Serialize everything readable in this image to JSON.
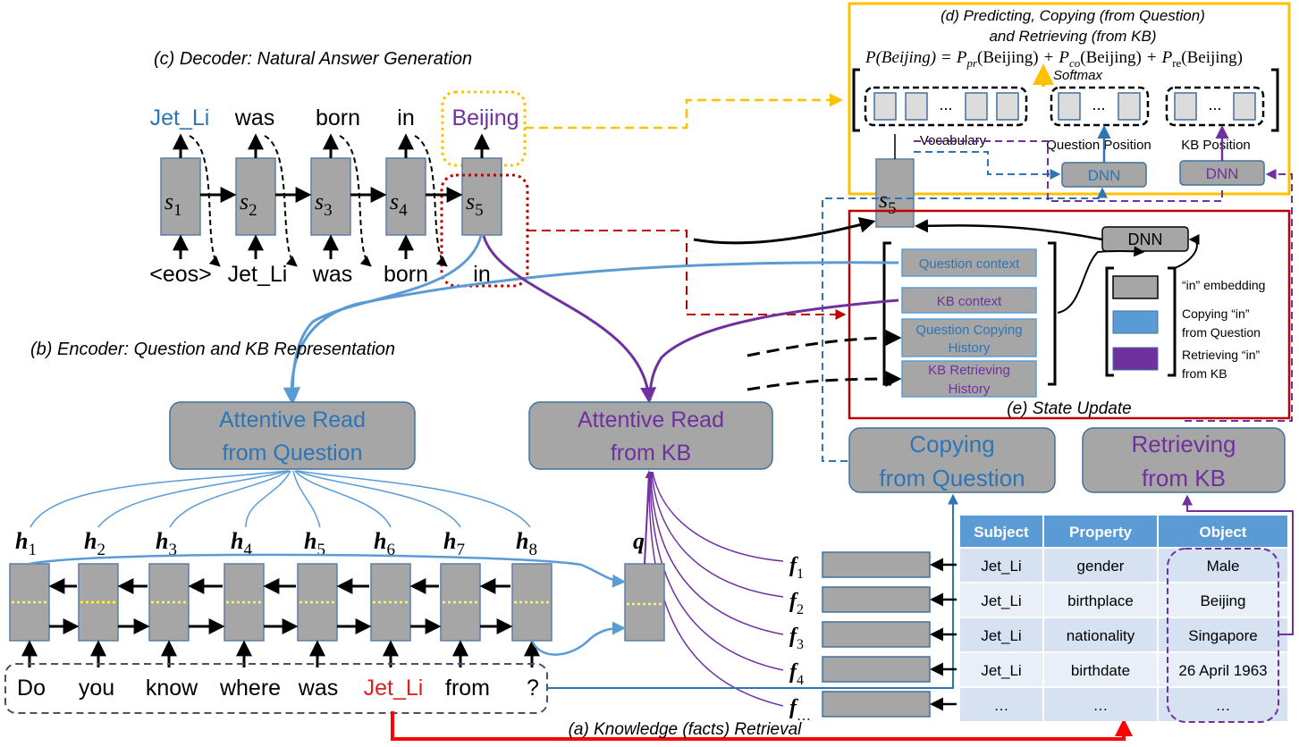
{
  "titles": {
    "decoder": "(c) Decoder: Natural Answer Generation",
    "encoder": "(b) Encoder: Question and KB Representation",
    "predict_line1": "(d) Predicting, Copying  (from Question)",
    "predict_line2": "and Retrieving (from KB)",
    "state_update": "(e) State Update",
    "retrieval": "(a) Knowledge (facts) Retrieval"
  },
  "decoder": {
    "outputs": [
      "Jet_Li",
      "was",
      "born",
      "in",
      "Beijing"
    ],
    "state_base": "s",
    "state_subs": [
      "1",
      "2",
      "3",
      "4",
      "5"
    ],
    "inputs": [
      "<eos>",
      "Jet_Li",
      "was",
      "born",
      "in"
    ]
  },
  "predict": {
    "formula": {
      "lhs": "P(Beijing)",
      "eq": "=",
      "t1": "P",
      "t1_sub": "pr",
      "t1_arg": "(Beijing)",
      "plus": "+",
      "t2": "P",
      "t2_sub": "co",
      "t2_arg": "(Beijing)",
      "t3": "P",
      "t3_sub": "re",
      "t3_arg": "(Beijing)"
    },
    "softmax": "Softmax",
    "vocab_label": "Vocabulary",
    "question_position_label": "Question Position",
    "kb_position_label": "KB Position",
    "ellipsis": "...",
    "dnn_q": "DNN",
    "dnn_kb": "DNN",
    "state_base": "s",
    "state_sub": "5"
  },
  "state_update": {
    "dnn": "DNN",
    "question_context": "Question context",
    "kb_context": "KB context",
    "question_copying_history": "Question Copying History",
    "qch_line1": "Question Copying",
    "qch_line2": "History",
    "kb_retrieving_history": "KB Retrieving History",
    "krh_line1": "KB Retrieving",
    "krh_line2": "History",
    "legend_embedding": "“in” embedding",
    "legend_copy_line1": "Copying “in”",
    "legend_copy_line2": "from Question",
    "legend_retr_line1": "Retrieving “in”",
    "legend_retr_line2": "from KB"
  },
  "attentive": {
    "question_line1": "Attentive Read",
    "question_line2": "from Question",
    "kb_line1": "Attentive Read",
    "kb_line2": "from KB"
  },
  "copying_box": {
    "line1": "Copying",
    "line2": "from Question"
  },
  "retrieving_box": {
    "line1": "Retrieving",
    "line2": "from KB"
  },
  "encoder": {
    "h_base": "h",
    "h_subs": [
      "1",
      "2",
      "3",
      "4",
      "5",
      "6",
      "7",
      "8"
    ],
    "q_label": "q",
    "question_tokens": [
      "Do",
      "you",
      "know",
      "where",
      "was",
      "Jet_Li",
      "from",
      "?"
    ]
  },
  "facts": {
    "f_base": "f",
    "f_subs": [
      "1",
      "2",
      "3",
      "4",
      "…"
    ]
  },
  "kb_table": {
    "headers": [
      "Subject",
      "Property",
      "Object"
    ],
    "rows": [
      [
        "Jet_Li",
        "gender",
        "Male"
      ],
      [
        "Jet_Li",
        "birthplace",
        "Beijing"
      ],
      [
        "Jet_Li",
        "nationality",
        "Singapore"
      ],
      [
        "Jet_Li",
        "birthdate",
        "26 April 1963"
      ],
      [
        "…",
        "…",
        "…"
      ]
    ]
  },
  "colors": {
    "blue_text": "#2e75b6",
    "purple_text": "#7030a0",
    "red_text": "#e02020",
    "box_gray": "#a6a6a6",
    "gold": "#ffc000",
    "dark_red": "#c00000",
    "table_header": "#5b9bd5",
    "table_row_a": "#d6e1f1",
    "table_row_b": "#e9eff8"
  }
}
